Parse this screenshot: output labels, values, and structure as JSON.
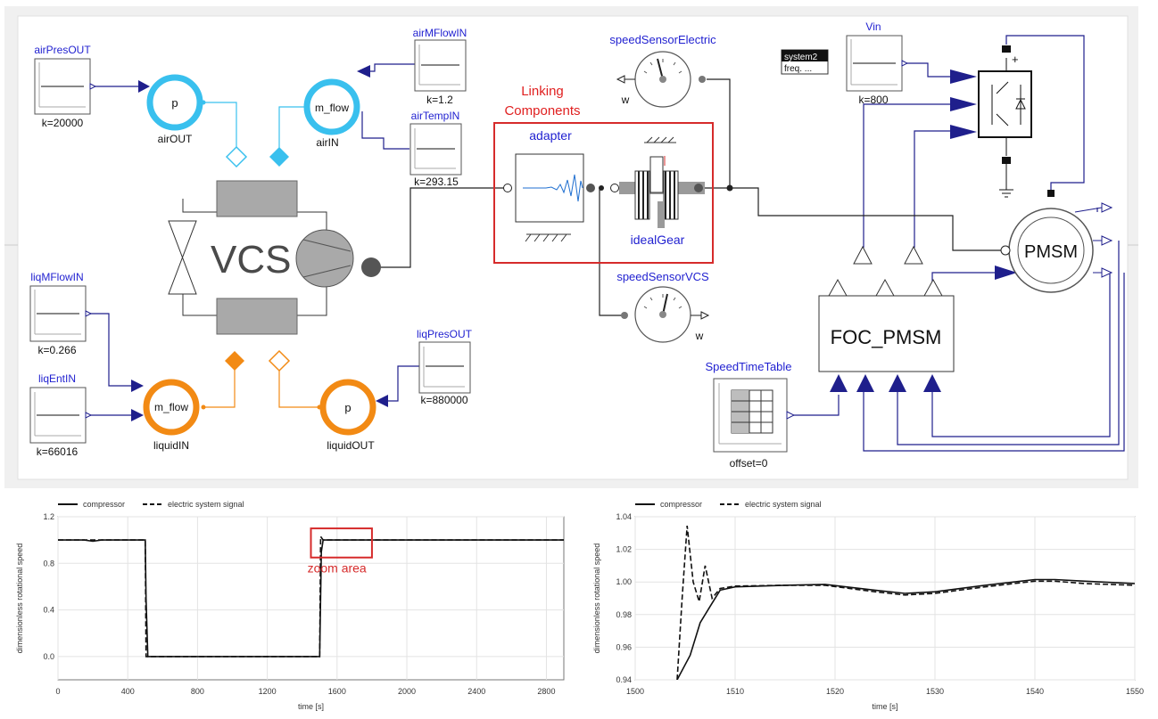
{
  "blocks": {
    "airPresOUT": {
      "name": "airPresOUT",
      "param": "k=20000"
    },
    "airMFlowIN": {
      "name": "airMFlowIN",
      "param": "k=1.2"
    },
    "airTempIN": {
      "name": "airTempIN",
      "param": "k=293.15"
    },
    "liqMFlowIN": {
      "name": "liqMFlowIN",
      "param": "k=0.266"
    },
    "liqEntIN": {
      "name": "liqEntIN",
      "param": "k=66016"
    },
    "liqPresOUT": {
      "name": "liqPresOUT",
      "param": "k=880000"
    },
    "Vin": {
      "name": "Vin",
      "param": "k=800"
    },
    "SpeedTimeTable": {
      "name": "SpeedTimeTable",
      "param": "offset=0"
    }
  },
  "boundaries": {
    "airOUT": {
      "symbol": "p",
      "name": "airOUT"
    },
    "airIN": {
      "symbol": "m_flow",
      "name": "airIN"
    },
    "liquidIN": {
      "symbol": "m_flow",
      "name": "liquidIN"
    },
    "liquidOUT": {
      "symbol": "p",
      "name": "liquidOUT"
    }
  },
  "vcs": {
    "label": "VCS"
  },
  "linking": {
    "title_line1": "Linking",
    "title_line2": "Components",
    "adapter": "adapter",
    "gear": "idealGear"
  },
  "sensors": {
    "electric": "speedSensorElectric",
    "vcs": "speedSensorVCS",
    "port": "w"
  },
  "pmsm": {
    "label": "PMSM"
  },
  "foc": {
    "label": "FOC_PMSM"
  },
  "system_box": {
    "line1": "system2",
    "line2": "freq. ..."
  },
  "chart_data": [
    {
      "type": "line",
      "legend": [
        "compressor",
        "electric system signal"
      ],
      "xlabel": "time [s]",
      "ylabel": "dimensionless rotational speed",
      "xlim": [
        0,
        2900
      ],
      "ylim": [
        -0.2,
        1.2
      ],
      "xticks": [
        "0",
        "400",
        "800",
        "1200",
        "1600",
        "2000",
        "2400",
        "2800"
      ],
      "yticks": [
        "1.2",
        "0.8",
        "0.4",
        "0.0"
      ],
      "annotation": "zoom area",
      "series": [
        {
          "name": "compressor",
          "x": [
            0,
            150,
            200,
            250,
            500,
            505,
            515,
            1500,
            1510,
            1520,
            1560,
            2900
          ],
          "y": [
            1.0,
            1.0,
            0.99,
            1.0,
            1.0,
            0.5,
            0.0,
            0.0,
            0.9,
            1.0,
            1.0,
            1.0
          ]
        },
        {
          "name": "electric system signal",
          "x": [
            0,
            500,
            505,
            1500,
            1506,
            1520,
            2900
          ],
          "y": [
            1.0,
            1.0,
            0.0,
            0.0,
            1.03,
            1.0,
            1.0
          ]
        }
      ]
    },
    {
      "type": "line",
      "legend": [
        "compressor",
        "electric system signal"
      ],
      "xlabel": "time [s]",
      "ylabel": "dimensionless rotational speed",
      "xlim": [
        1500,
        1550
      ],
      "ylim": [
        0.94,
        1.04
      ],
      "xticks": [
        "1500",
        "1510",
        "1520",
        "1530",
        "1540",
        "1550"
      ],
      "yticks": [
        "1.04",
        "1.02",
        "1.00",
        "0.98",
        "0.96",
        "0.94"
      ],
      "series": [
        {
          "name": "compressor",
          "x": [
            1504.2,
            1505.5,
            1506.5,
            1507.5,
            1508.5,
            1510,
            1515,
            1519,
            1524,
            1527,
            1530,
            1535,
            1540,
            1542,
            1545,
            1550
          ],
          "y": [
            0.94,
            0.955,
            0.975,
            0.985,
            0.995,
            0.997,
            0.998,
            0.9985,
            0.995,
            0.993,
            0.994,
            0.998,
            1.0015,
            1.0015,
            1.0005,
            0.999
          ]
        },
        {
          "name": "electric system signal",
          "x": [
            1504.2,
            1504.7,
            1505.2,
            1505.8,
            1506.4,
            1507,
            1507.7,
            1508.5,
            1510,
            1515,
            1519,
            1524,
            1527,
            1530,
            1535,
            1540,
            1542,
            1545,
            1550
          ],
          "y": [
            0.94,
            0.99,
            1.0345,
            1.0,
            0.988,
            1.01,
            0.99,
            0.996,
            0.9975,
            0.998,
            0.998,
            0.994,
            0.992,
            0.993,
            0.997,
            1.0005,
            1.0005,
            0.999,
            0.998
          ]
        }
      ]
    }
  ]
}
